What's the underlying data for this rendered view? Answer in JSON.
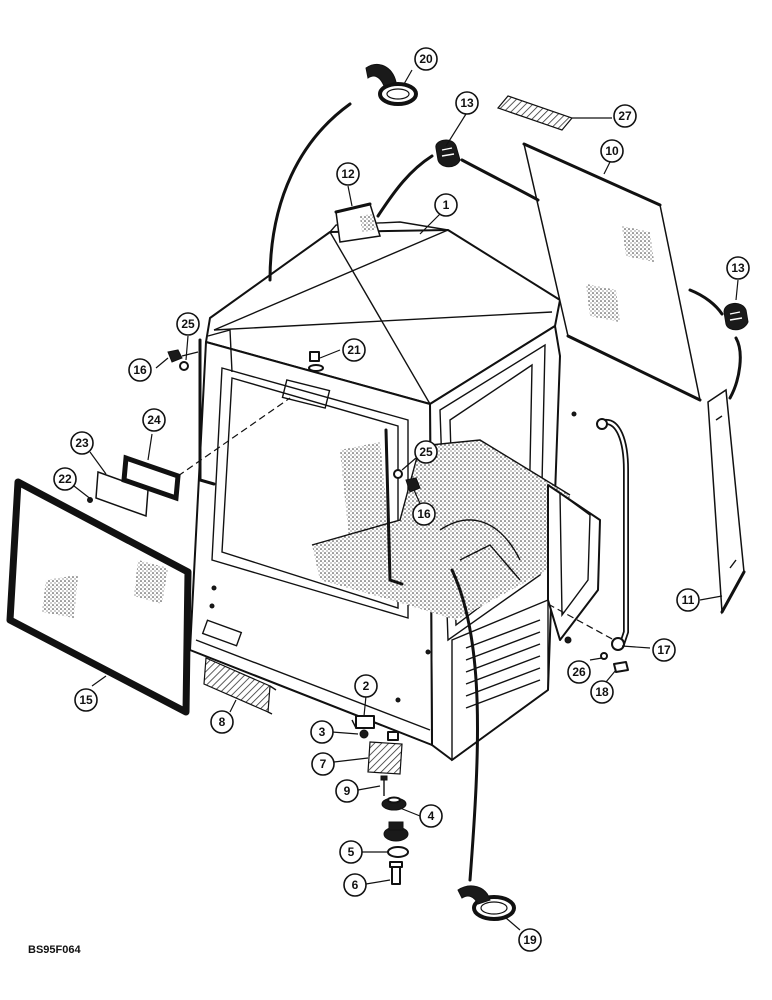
{
  "figure_code": "BS95F064",
  "callouts": [
    "1",
    "2",
    "3",
    "4",
    "5",
    "6",
    "7",
    "8",
    "9",
    "10",
    "11",
    "12",
    "13",
    "13",
    "15",
    "16",
    "16",
    "17",
    "18",
    "19",
    "20",
    "21",
    "22",
    "23",
    "24",
    "25",
    "25",
    "26",
    "27"
  ]
}
